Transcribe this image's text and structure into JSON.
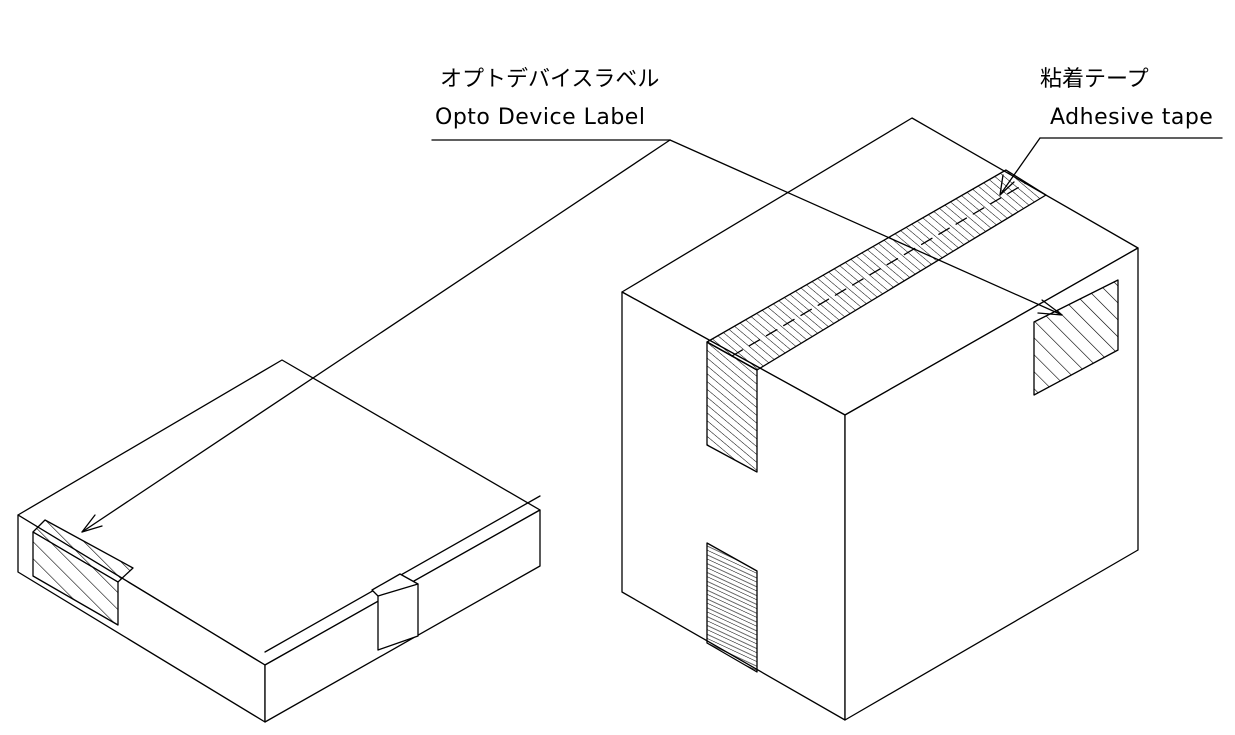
{
  "labels": {
    "opto_device_label_jp": "オプトデバイスラベル",
    "opto_device_label_en": "Opto Device Label",
    "adhesive_tape_jp": "粘着テープ",
    "adhesive_tape_en": "Adhesive tape"
  },
  "colors": {
    "line": "#000000",
    "background": "#ffffff"
  }
}
